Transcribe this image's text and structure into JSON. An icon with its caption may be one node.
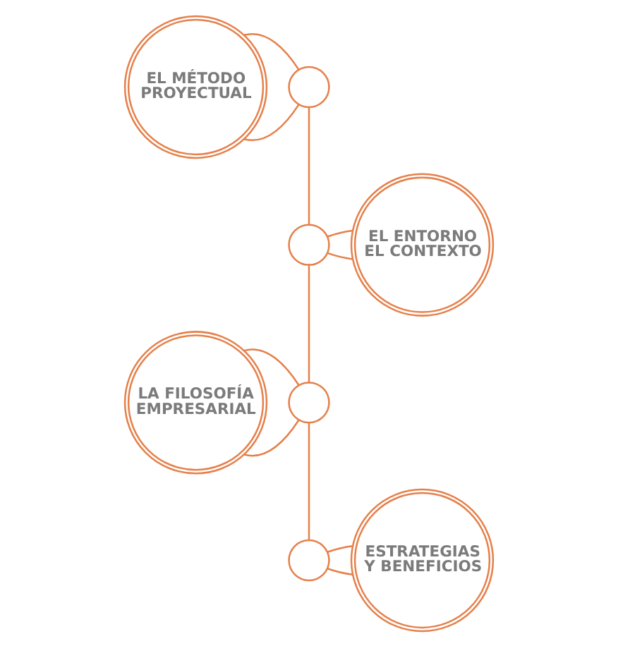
{
  "diagram": {
    "nodes": [
      {
        "text": [
          "EL MÉTODO PROYECTUAL"
        ]
      },
      {
        "text": [],
        "shape": "circle"
      },
      {
        "text": [
          "EL ENTORNO EL CONTEXTO"
        ]
      },
      {
        "text": [],
        "shape": "circle"
      },
      {
        "text": [
          "LA FILOSOFÍA EMPRESARIAL"
        ]
      },
      {
        "text": [],
        "shape": "circle"
      },
      {
        "text": [
          "ESTRATEGIAS Y BENEFICIOS"
        ]
      },
      {
        "text": [],
        "shape": "circle"
      }
    ],
    "edges": [
      {
        "from": 0,
        "to": 1,
        "arrow": "none"
      },
      {
        "from": 0,
        "to": 1,
        "arrow": "none"
      },
      {
        "from": 1,
        "to": 3,
        "arrow": "none"
      },
      {
        "from": 3,
        "to": 2,
        "arrow": "none"
      },
      {
        "from": 3,
        "to": 2,
        "arrow": "none"
      },
      {
        "from": 3,
        "to": 5,
        "arrow": "none"
      },
      {
        "from": 4,
        "to": 5,
        "arrow": "none"
      },
      {
        "from": 4,
        "to": 5,
        "arrow": "none"
      },
      {
        "from": 5,
        "to": 7,
        "arrow": "none"
      },
      {
        "from": 7,
        "to": 6,
        "arrow": "none"
      },
      {
        "from": 7,
        "to": 6,
        "arrow": "none"
      }
    ]
  }
}
